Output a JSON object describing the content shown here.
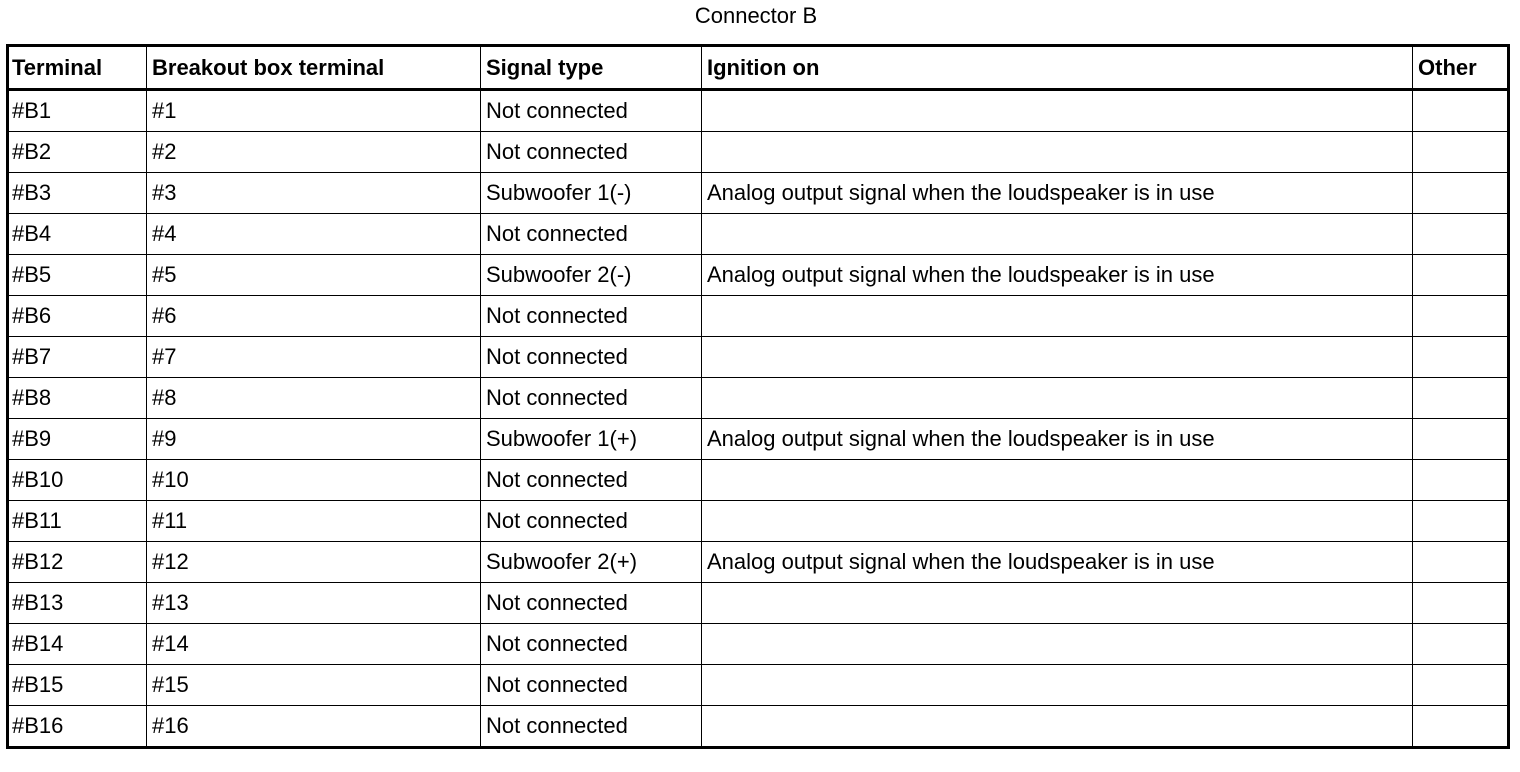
{
  "title": "Connector B",
  "table": {
    "headers": [
      "Terminal",
      "Breakout box terminal",
      "Signal type",
      "Ignition on",
      "Other"
    ],
    "rows": [
      [
        "#B1",
        "#1",
        "Not connected",
        "",
        ""
      ],
      [
        "#B2",
        "#2",
        "Not connected",
        "",
        ""
      ],
      [
        "#B3",
        "#3",
        "Subwoofer 1(-)",
        "Analog output signal when the loudspeaker is in use",
        ""
      ],
      [
        "#B4",
        "#4",
        "Not connected",
        "",
        ""
      ],
      [
        "#B5",
        "#5",
        "Subwoofer 2(-)",
        "Analog output signal when the loudspeaker is in use",
        ""
      ],
      [
        "#B6",
        "#6",
        "Not connected",
        "",
        ""
      ],
      [
        "#B7",
        "#7",
        "Not connected",
        "",
        ""
      ],
      [
        "#B8",
        "#8",
        "Not connected",
        "",
        ""
      ],
      [
        "#B9",
        "#9",
        "Subwoofer 1(+)",
        "Analog output signal when the loudspeaker is in use",
        ""
      ],
      [
        "#B10",
        "#10",
        "Not connected",
        "",
        ""
      ],
      [
        "#B11",
        "#11",
        "Not connected",
        "",
        ""
      ],
      [
        "#B12",
        "#12",
        "Subwoofer 2(+)",
        "Analog output signal when the loudspeaker is in use",
        ""
      ],
      [
        "#B13",
        "#13",
        "Not connected",
        "",
        ""
      ],
      [
        "#B14",
        "#14",
        "Not connected",
        "",
        ""
      ],
      [
        "#B15",
        "#15",
        "Not connected",
        "",
        ""
      ],
      [
        "#B16",
        "#16",
        "Not connected",
        "",
        ""
      ]
    ]
  }
}
